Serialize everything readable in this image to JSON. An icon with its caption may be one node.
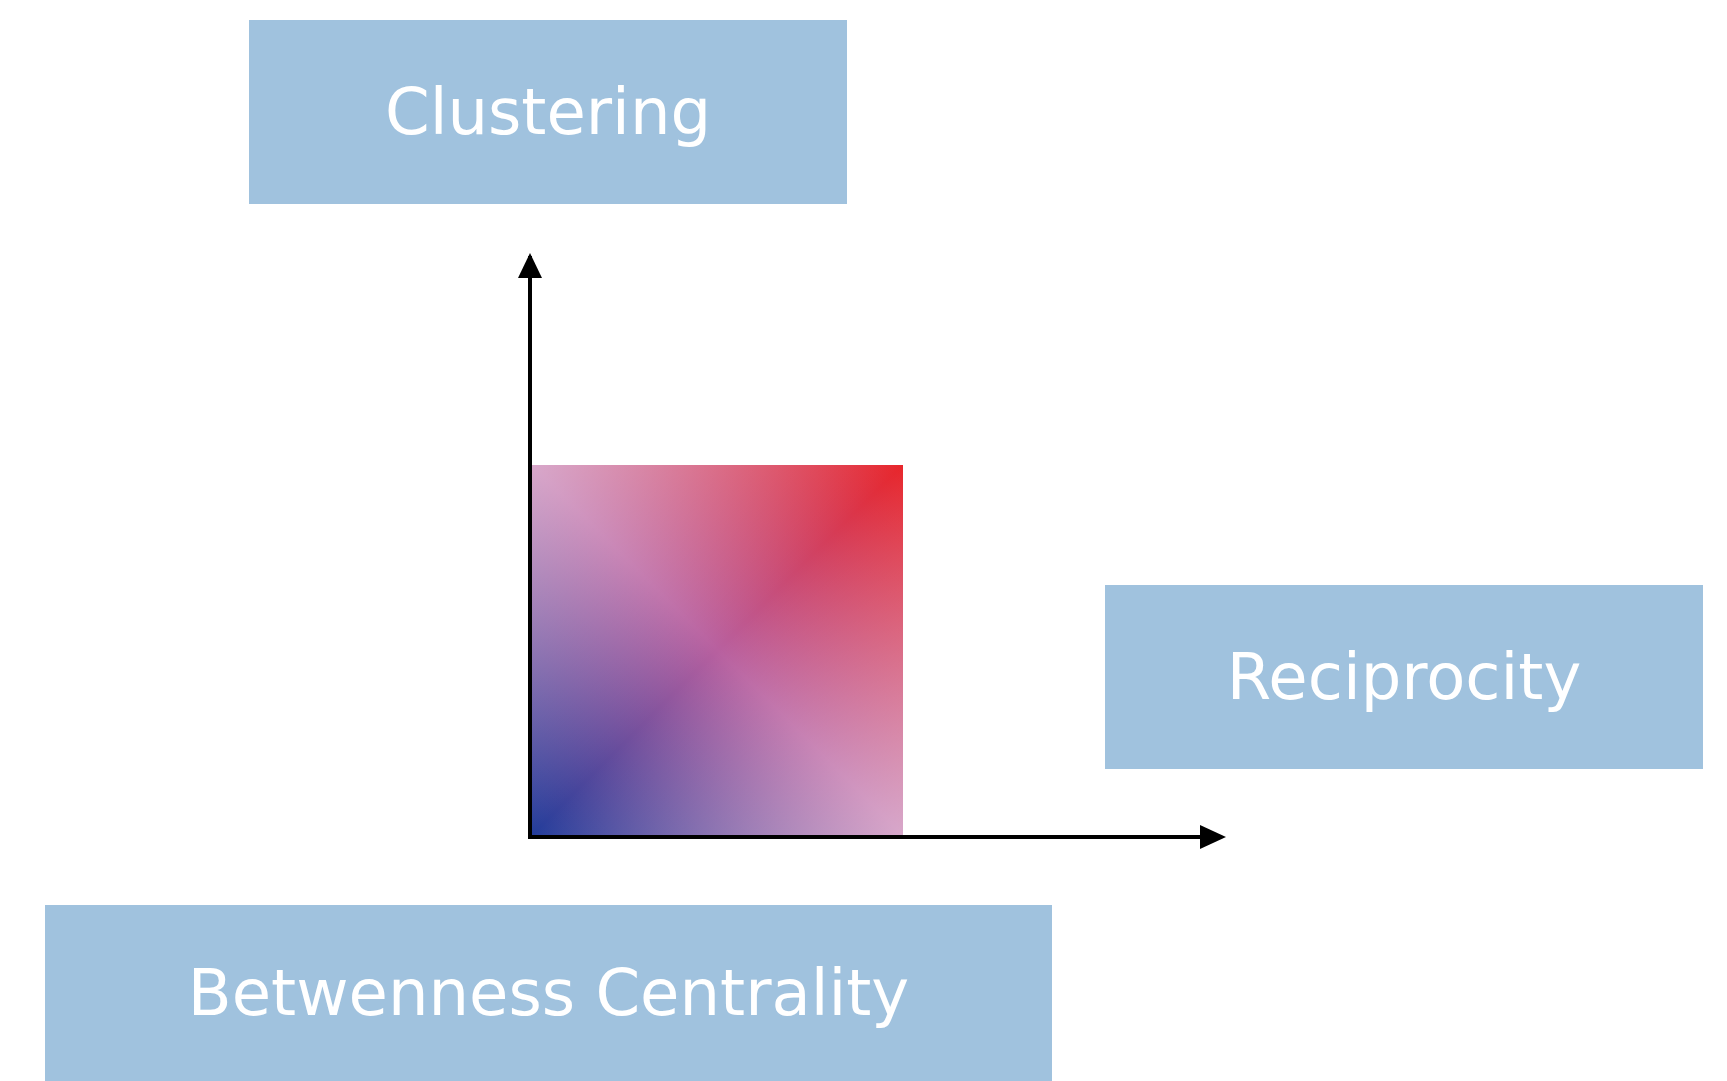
{
  "diagram": {
    "nodes": [
      {
        "text": [
          "Clustering"
        ]
      },
      {
        "text": [
          "Reciprocity"
        ]
      },
      {
        "text": [
          "Betwenness Centrality"
        ]
      }
    ]
  }
}
